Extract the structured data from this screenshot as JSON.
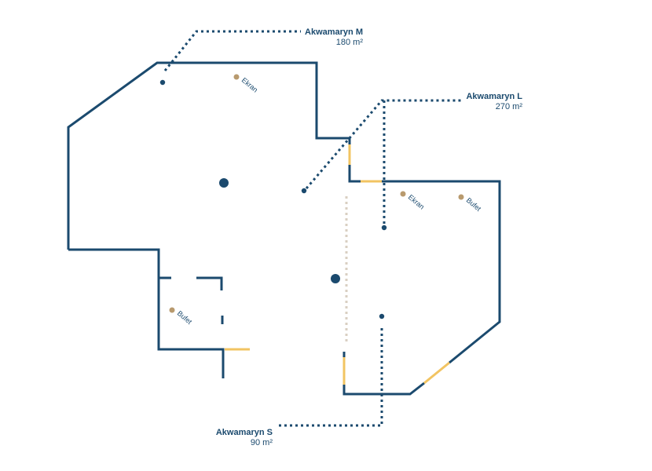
{
  "rooms": [
    {
      "name": "Akwamaryn M",
      "area": "180 m²"
    },
    {
      "name": "Akwamaryn L",
      "area": "270 m²"
    },
    {
      "name": "Akwamaryn S",
      "area": "90 m²"
    }
  ],
  "features": [
    "Ekran",
    "Ekran",
    "Bufet",
    "Bufet"
  ],
  "colors": {
    "wall": "#1b4a6e",
    "door": "#f2c462",
    "feature": "#b89a6e",
    "partition": "#d9cfc2"
  }
}
